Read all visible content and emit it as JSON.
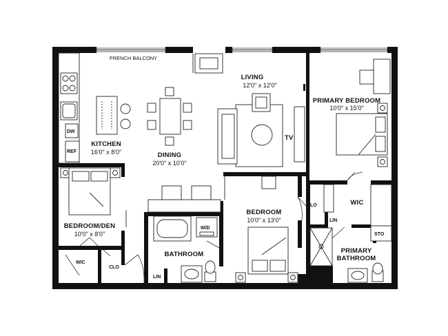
{
  "plan": {
    "balcony_label": "FRENCH BALCONY",
    "rooms": {
      "living": {
        "name": "LIVING",
        "size": "12'0\" x 12'0\""
      },
      "primary_bedroom": {
        "name": "PRIMARY BEDROOM",
        "size": "10'0\" x 15'0\""
      },
      "kitchen": {
        "name": "KITCHEN",
        "size": "16'0\" x 8'0\""
      },
      "dining": {
        "name": "DINING",
        "size": "20'0\" x 10'0\""
      },
      "bedroom_den": {
        "name": "BEDROOM/DEN",
        "size": "10'0\" x 8'0\""
      },
      "bedroom": {
        "name": "BEDROOM",
        "size": "10'0\" x 13'0\""
      },
      "bathroom": {
        "name": "BATHROOM"
      },
      "primary_bathroom": {
        "name_line1": "PRIMARY",
        "name_line2": "BATHROOM"
      },
      "wic_primary": {
        "name": "WIC"
      },
      "wic_den": {
        "name": "WIC"
      }
    },
    "tags": {
      "dw": "DW",
      "ref": "REF",
      "tv": "TV",
      "clo_bedroom": "CLO",
      "clo_den": "CLO",
      "lin_primary": "LIN",
      "lin_bath": "LIN",
      "sto": "STO",
      "wd": "W/D"
    }
  }
}
